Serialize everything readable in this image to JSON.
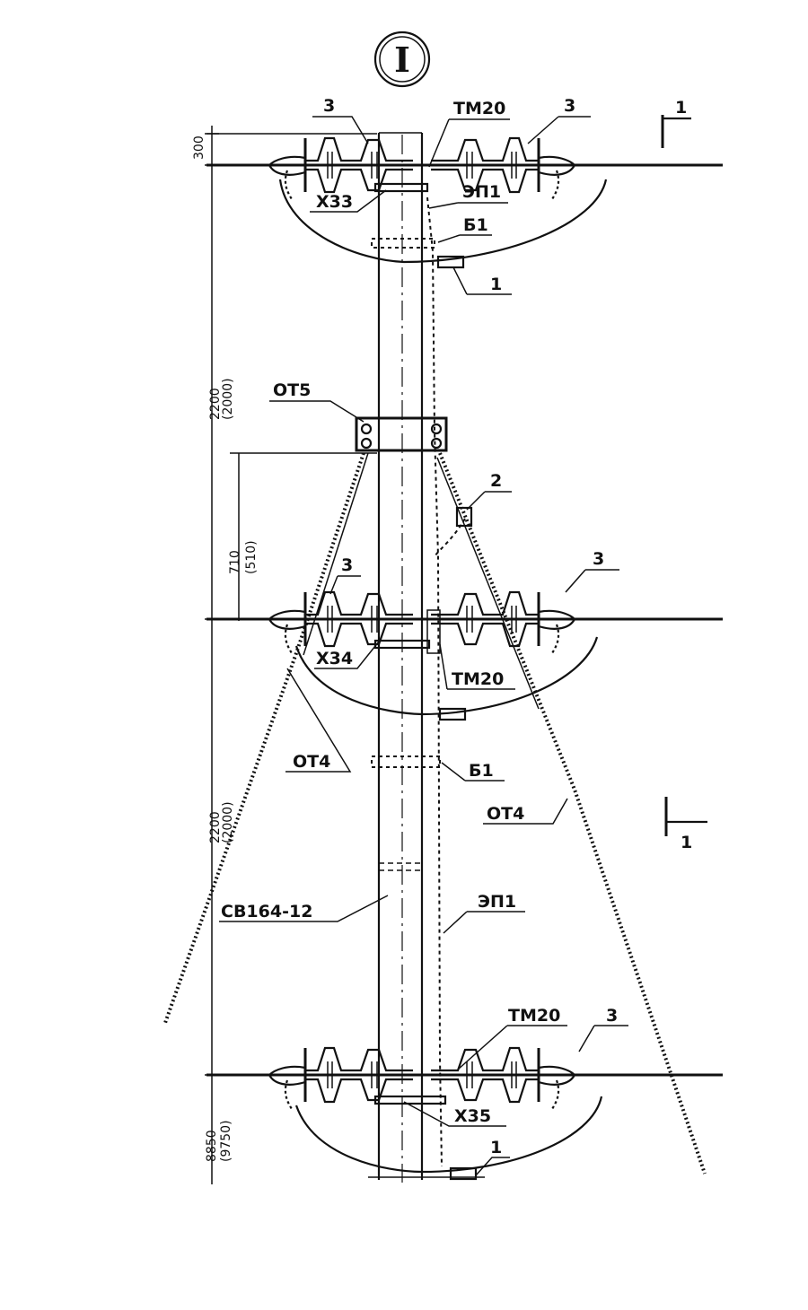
{
  "view_title": "I",
  "labels": {
    "insulator_3": "3",
    "tm20": "ТМ20",
    "x33": "Х33",
    "x34": "Х34",
    "x35": "Х35",
    "ep1": "ЭП1",
    "b1": "Б1",
    "item_1": "1",
    "item_2": "2",
    "ot5": "ОТ5",
    "ot4": "ОТ4",
    "sv": "СВ164-12",
    "section_1": "1"
  },
  "dimensions": {
    "d300": "300",
    "d2200_main": "2200",
    "d2200_alt": "(2000)",
    "d710_main": "710",
    "d710_alt": "(510)",
    "d8850_main": "8850",
    "d8850_alt": "(9750)"
  }
}
